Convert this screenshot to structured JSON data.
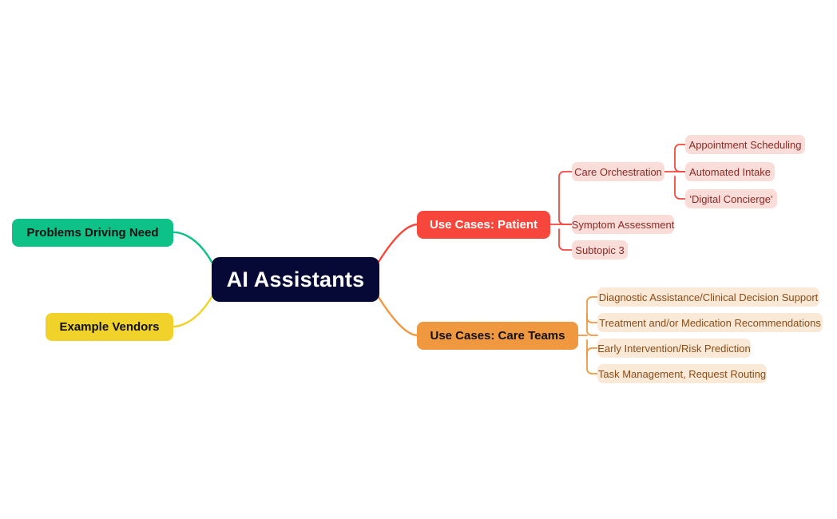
{
  "diagram": {
    "type": "mindmap",
    "title": "AI Assistants",
    "root": {
      "label": "AI Assistants",
      "color": "#060936",
      "text_color": "#ffffff"
    },
    "branches": [
      {
        "id": "problems-driving-need",
        "label": "Problems Driving Need",
        "color": "#0ec187",
        "text_color": "#111111",
        "side": "left",
        "children": []
      },
      {
        "id": "example-vendors",
        "label": "Example Vendors",
        "color": "#f0d22a",
        "text_color": "#111111",
        "side": "left",
        "children": []
      },
      {
        "id": "use-cases-patient",
        "label": "Use Cases: Patient",
        "color": "#f7473c",
        "text_color": "#ffffff",
        "side": "right",
        "children": [
          {
            "id": "care-orchestration",
            "label": "Care Orchestration",
            "color": "#fadcd9",
            "text_color": "#8d2a24",
            "children": [
              {
                "id": "appointment-scheduling",
                "label": "Appointment Scheduling"
              },
              {
                "id": "automated-intake",
                "label": "Automated Intake"
              },
              {
                "id": "digital-concierge",
                "label": "'Digital Concierge'"
              }
            ]
          },
          {
            "id": "symptom-assessment",
            "label": "Symptom Assessment",
            "children": []
          },
          {
            "id": "subtopic-3",
            "label": "Subtopic 3",
            "children": []
          }
        ]
      },
      {
        "id": "use-cases-care-teams",
        "label": "Use Cases: Care Teams",
        "color": "#f0983f",
        "text_color": "#111111",
        "side": "right",
        "children": [
          {
            "id": "diagnostic-assistance",
            "label": "Diagnostic Assistance/Clinical Decision Support"
          },
          {
            "id": "treatment-medication",
            "label": "Treatment and/or Medication Recommendations"
          },
          {
            "id": "early-intervention",
            "label": "Early Intervention/Risk Prediction"
          },
          {
            "id": "task-management",
            "label": "Task Management, Request Routing"
          }
        ]
      }
    ]
  }
}
